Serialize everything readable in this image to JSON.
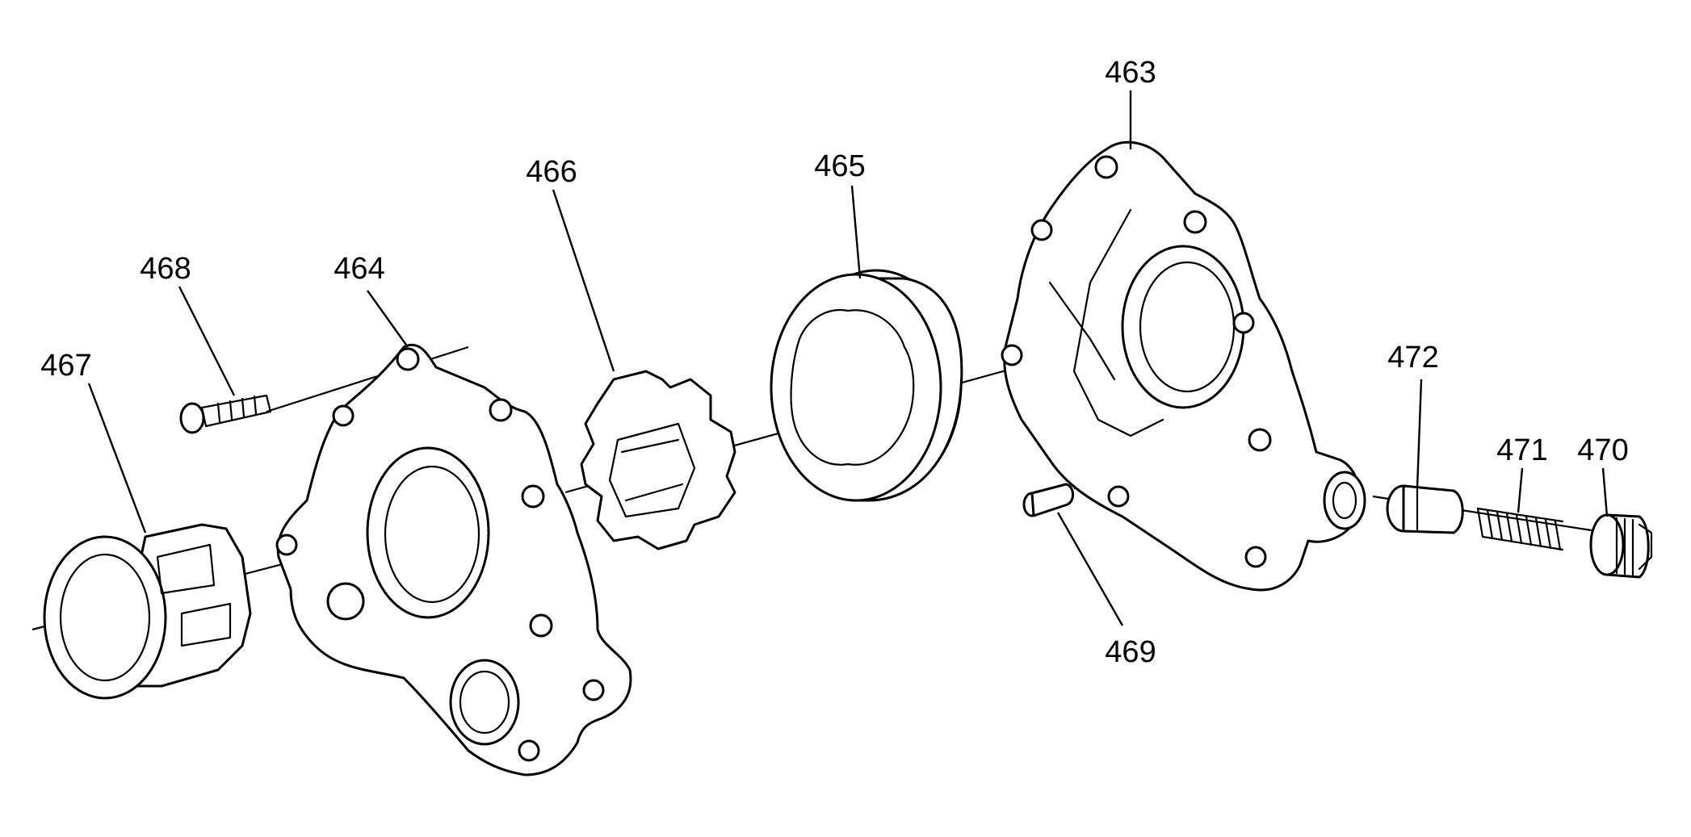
{
  "callouts": {
    "c463": "463",
    "c464": "464",
    "c465": "465",
    "c466": "466",
    "c467": "467",
    "c468": "468",
    "c469": "469",
    "c470": "470",
    "c471": "471",
    "c472": "472"
  },
  "colors": {
    "line": "#000000",
    "background": "#ffffff"
  }
}
